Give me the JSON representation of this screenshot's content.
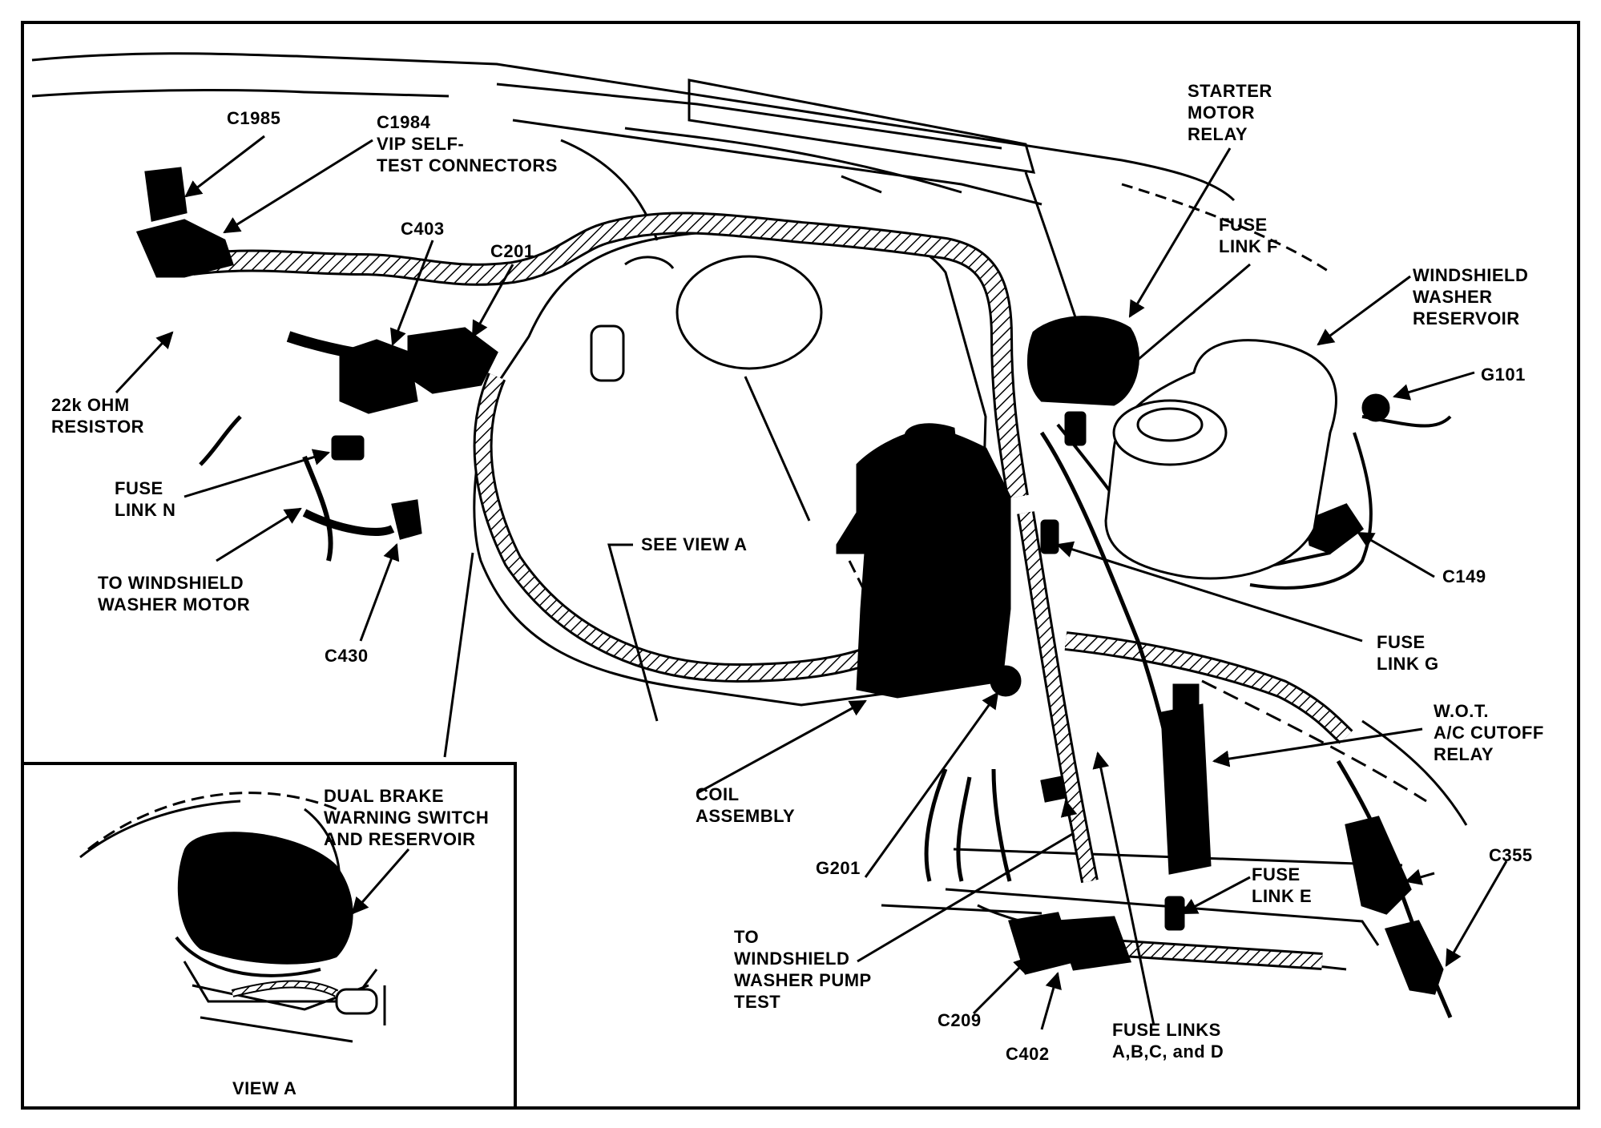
{
  "diagram": {
    "labels": {
      "c1985": "C1985",
      "c1984": "C1984\nVIP SELF-\nTEST CONNECTORS",
      "c403": "C403",
      "c201": "C201",
      "resistor": "22k OHM\nRESISTOR",
      "fuse_link_n": "FUSE\nLINK N",
      "washer_motor": "TO WINDSHIELD\nWASHER MOTOR",
      "c430": "C430",
      "see_view_a": "SEE VIEW A",
      "starter_relay": "STARTER\nMOTOR\nRELAY",
      "fuse_link_f": "FUSE\nLINK F",
      "washer_reservoir": "WINDSHIELD\nWASHER\nRESERVOIR",
      "g101": "G101",
      "c149": "C149",
      "fuse_link_g": "FUSE\nLINK G",
      "wot_relay": "W.O.T.\nA/C CUTOFF\nRELAY",
      "coil_assembly": "COIL\nASSEMBLY",
      "g201": "G201",
      "c355": "C355",
      "fuse_link_e": "FUSE\nLINK E",
      "washer_pump": "TO\nWINDSHIELD\nWASHER PUMP\nTEST",
      "c209": "C209",
      "c402": "C402",
      "fuse_links_abcd": "FUSE LINKS\nA,B,C, and D",
      "brake_switch": "DUAL BRAKE\nWARNING SWITCH\nAND RESERVOIR",
      "view_a": "VIEW A"
    }
  }
}
